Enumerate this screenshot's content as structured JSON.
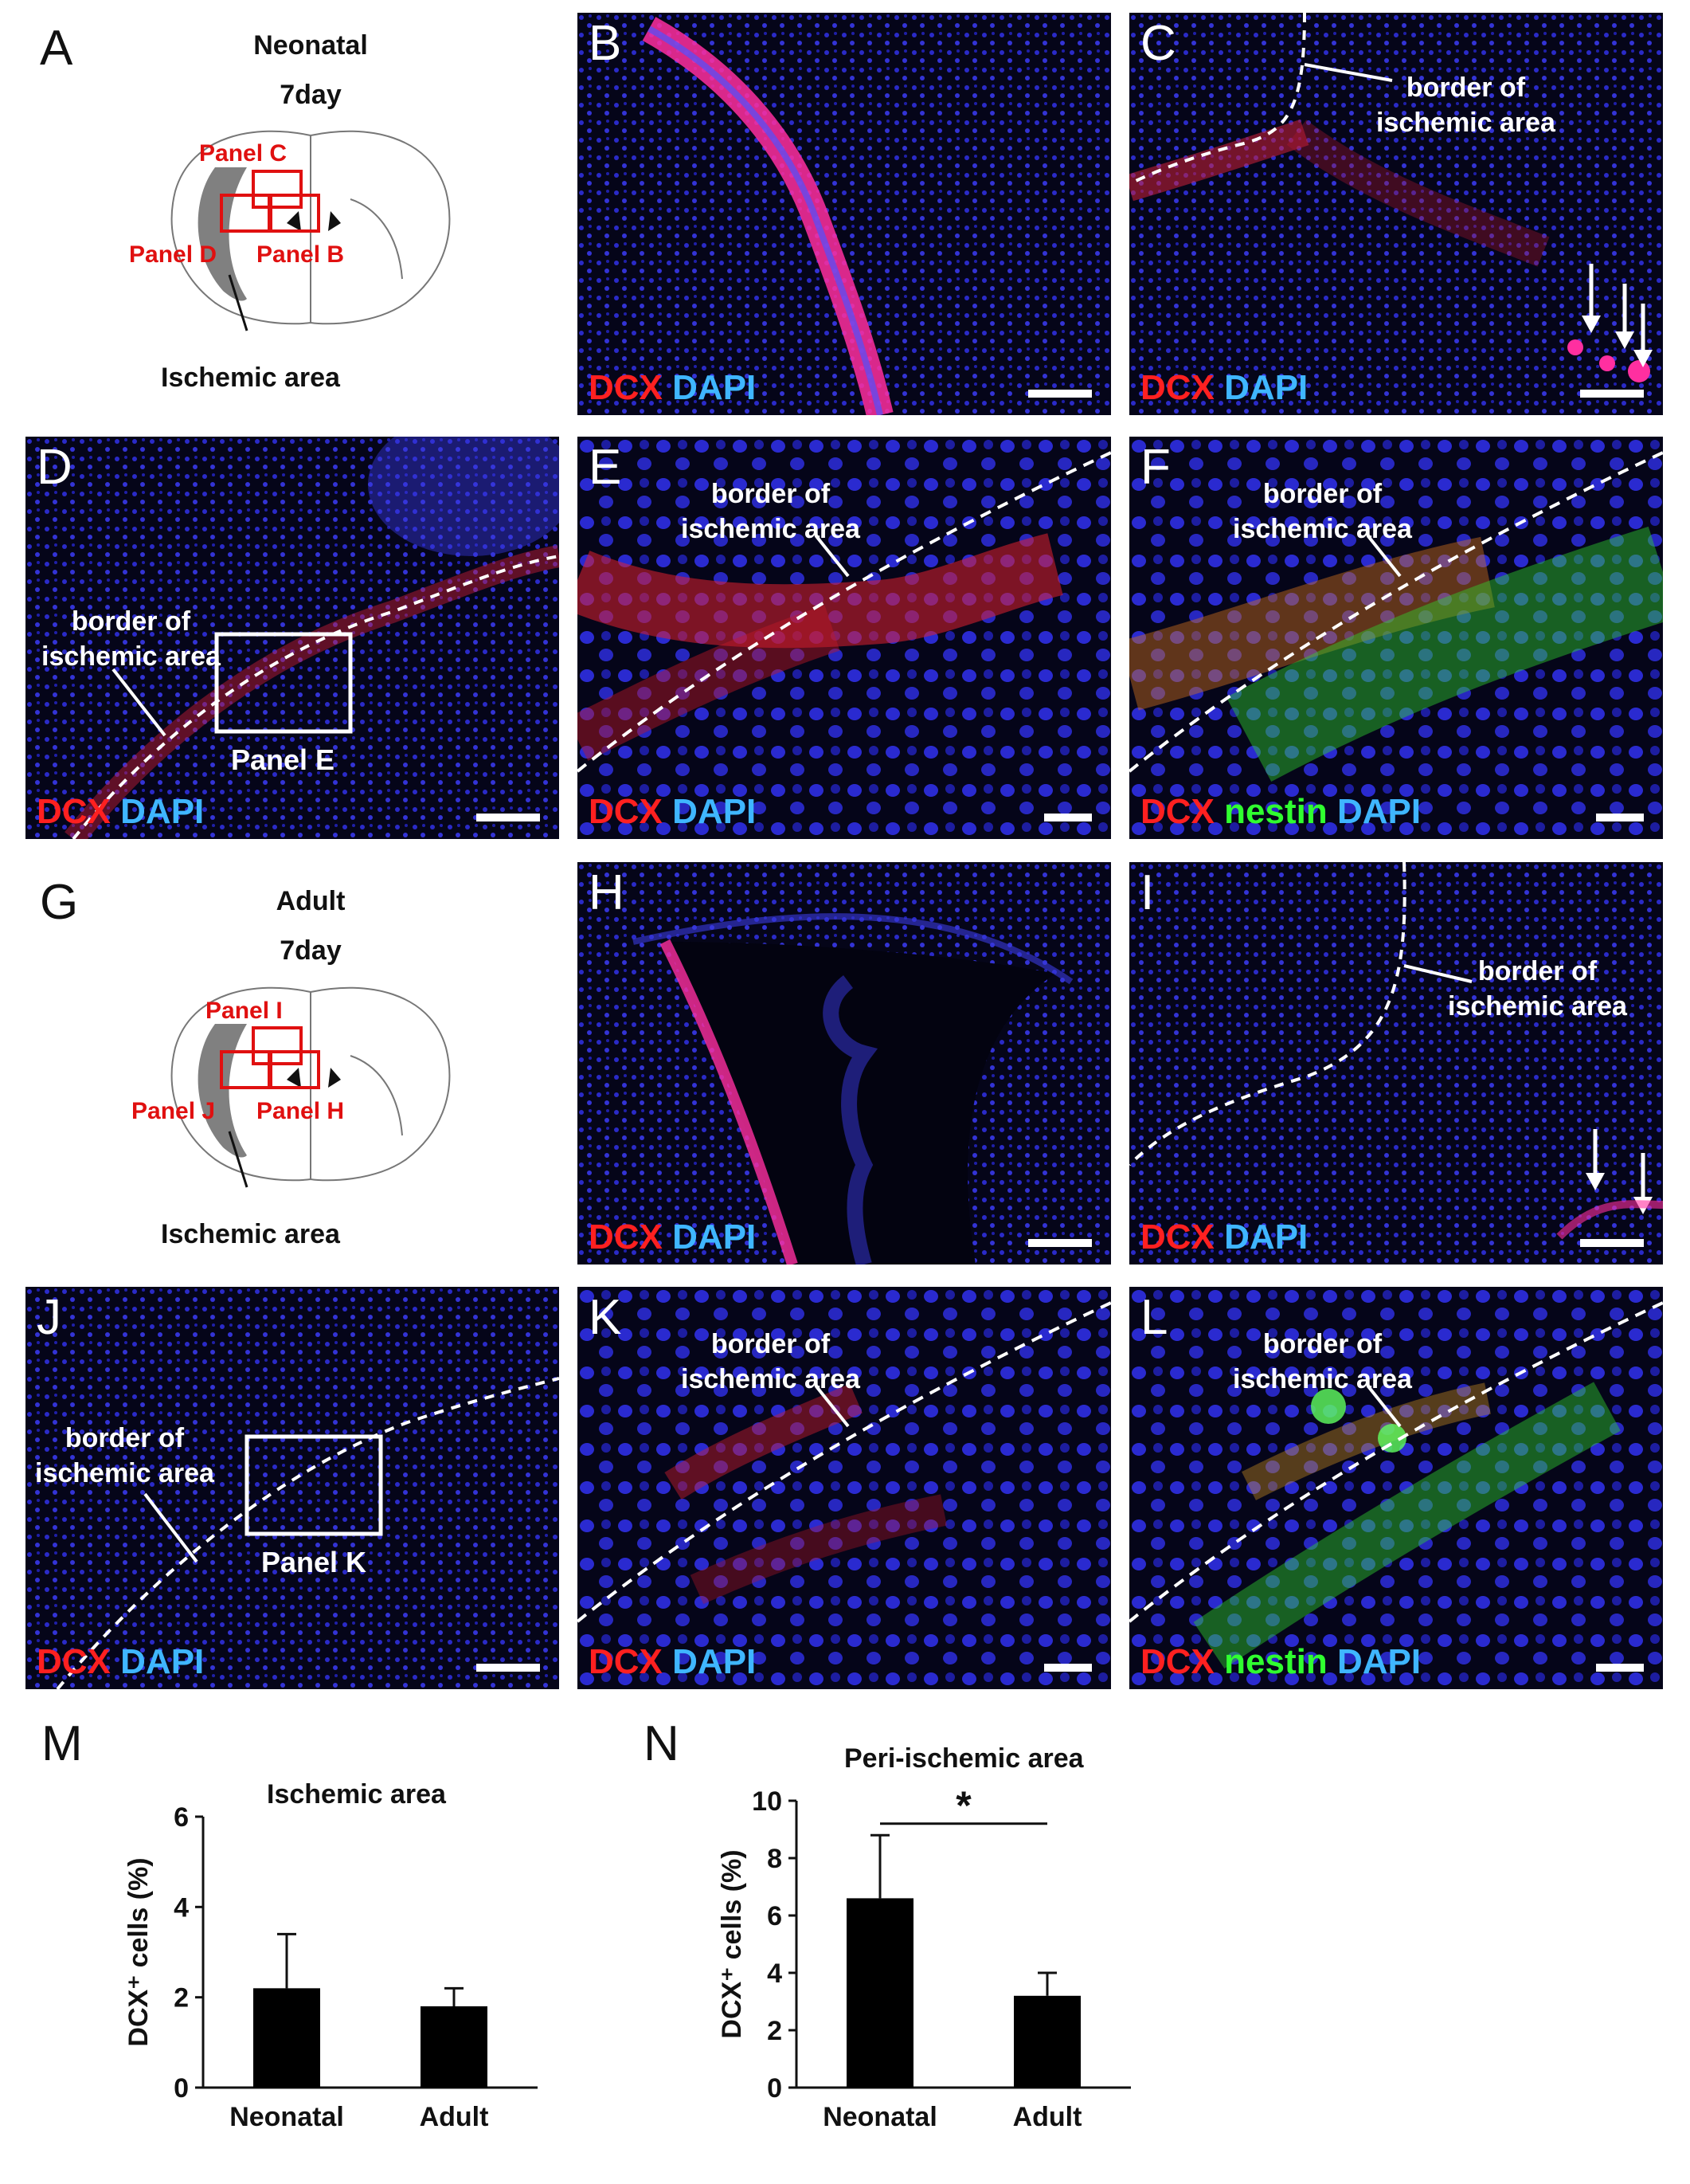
{
  "panels": {
    "A": {
      "letter": "A",
      "title": "Neonatal",
      "subtitle": "7day",
      "label_c": "Panel C",
      "label_d": "Panel D",
      "label_b": "Panel B",
      "ischemic": "Ischemic area"
    },
    "B": {
      "letter": "B",
      "stain": [
        "DCX",
        "DAPI"
      ]
    },
    "C": {
      "letter": "C",
      "annotation": "border of\nischemic area",
      "stain": [
        "DCX",
        "DAPI"
      ]
    },
    "D": {
      "letter": "D",
      "annotation": "border of\nischemic area",
      "box_label": "Panel E",
      "stain": [
        "DCX",
        "DAPI"
      ]
    },
    "E": {
      "letter": "E",
      "annotation": "border of\nischemic area",
      "stain": [
        "DCX",
        "DAPI"
      ]
    },
    "F": {
      "letter": "F",
      "annotation": "border of\nischemic area",
      "stain": [
        "DCX",
        "nestin",
        "DAPI"
      ]
    },
    "G": {
      "letter": "G",
      "title": "Adult",
      "subtitle": "7day",
      "label_c": "Panel I",
      "label_d": "Panel J",
      "label_b": "Panel H",
      "ischemic": "Ischemic area"
    },
    "H": {
      "letter": "H",
      "stain": [
        "DCX",
        "DAPI"
      ]
    },
    "I": {
      "letter": "I",
      "annotation": "border of\nischemic area",
      "stain": [
        "DCX",
        "DAPI"
      ]
    },
    "J": {
      "letter": "J",
      "annotation": "border of\nischemic area",
      "box_label": "Panel K",
      "stain": [
        "DCX",
        "DAPI"
      ]
    },
    "K": {
      "letter": "K",
      "annotation": "border of\nischemic area",
      "stain": [
        "DCX",
        "DAPI"
      ]
    },
    "L": {
      "letter": "L",
      "annotation": "border of\nischemic area",
      "stain": [
        "DCX",
        "nestin",
        "DAPI"
      ]
    },
    "M": {
      "letter": "M"
    },
    "N": {
      "letter": "N"
    }
  },
  "colors": {
    "dcx": "#ff2020",
    "nestin": "#30ff30",
    "dapi": "#3fb6ff",
    "tissue": "#050519",
    "schematic_red": "#e01010"
  },
  "chart_data": [
    {
      "type": "bar",
      "title": "Ischemic area",
      "ylabel": "DCX⁺ cells (%)",
      "categories": [
        "Neonatal",
        "Adult"
      ],
      "values": [
        2.2,
        1.8
      ],
      "errors": [
        1.2,
        0.4
      ],
      "ylim": [
        0,
        6
      ],
      "yticks": [
        0,
        2,
        4,
        6
      ]
    },
    {
      "type": "bar",
      "title": "Peri-ischemic area",
      "ylabel": "DCX⁺ cells (%)",
      "categories": [
        "Neonatal",
        "Adult"
      ],
      "values": [
        6.6,
        3.2
      ],
      "errors": [
        2.2,
        0.8
      ],
      "ylim": [
        0,
        10
      ],
      "yticks": [
        0,
        2,
        4,
        6,
        8,
        10
      ],
      "significance": "*"
    }
  ]
}
